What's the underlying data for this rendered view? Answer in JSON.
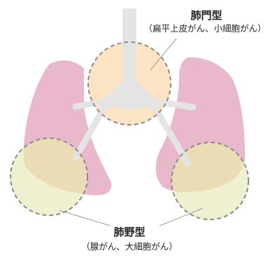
{
  "labels": {
    "hilar_title": "肺門型",
    "hilar_subtitle": "（扁平上皮がん、小細胞がん）",
    "peripheral_title": "肺野型",
    "peripheral_subtitle": "（腺がん、大細胞がん）"
  },
  "colors": {
    "lung": "#eab8cc",
    "airway": "#e4e4e4",
    "hilar_zone": "#fbe3c3",
    "peripheral_zone": "#eff0cf",
    "dashed_border": "#8a8a8a",
    "pointer_line": "#9a9a9a"
  }
}
